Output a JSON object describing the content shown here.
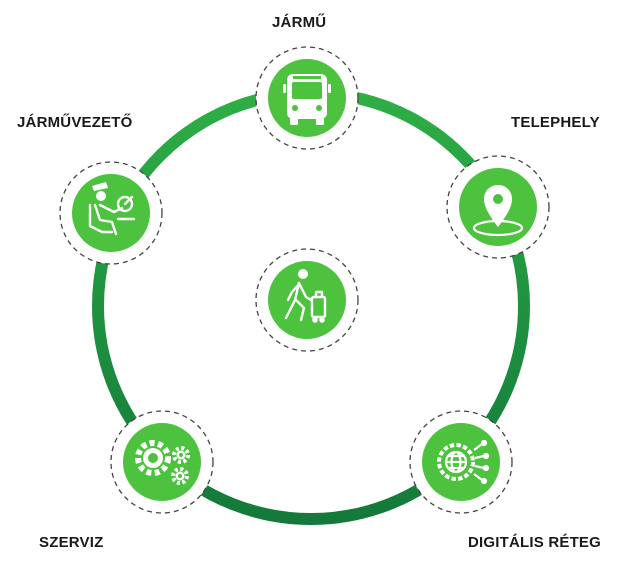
{
  "nodes": {
    "jarmu": {
      "label": "JÁRMŰ",
      "icon": "bus-icon"
    },
    "telephely": {
      "label": "TELEPHELY",
      "icon": "location-pin-icon"
    },
    "digitalis": {
      "label": "DIGITÁLIS RÉTEG",
      "icon": "digital-globe-gear-icon"
    },
    "szerviz": {
      "label": "SZERVIZ",
      "icon": "gears-icon"
    },
    "jarmuvezeto": {
      "label": "JÁRMŰVEZETŐ",
      "icon": "driver-icon"
    },
    "center": {
      "icon": "passenger-walking-icon"
    }
  },
  "colors": {
    "ring_dark": "#17803d",
    "ring_light": "#3fbf4a",
    "node_fill": "#4cc23f",
    "dash": "#444444",
    "icon": "#ffffff"
  }
}
